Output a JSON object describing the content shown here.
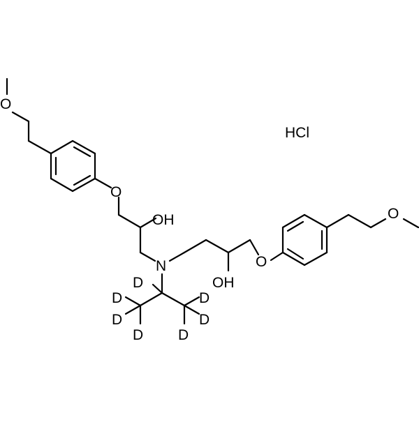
{
  "molecule": {
    "salt": "HCl",
    "atoms": {
      "o_methoxy_left": "O",
      "o_ether_left": "O",
      "oh_left": "OH",
      "nitrogen": "N",
      "oh_right": "OH",
      "o_ether_right": "O",
      "o_methoxy_right": "O",
      "deuterium": "D"
    }
  }
}
